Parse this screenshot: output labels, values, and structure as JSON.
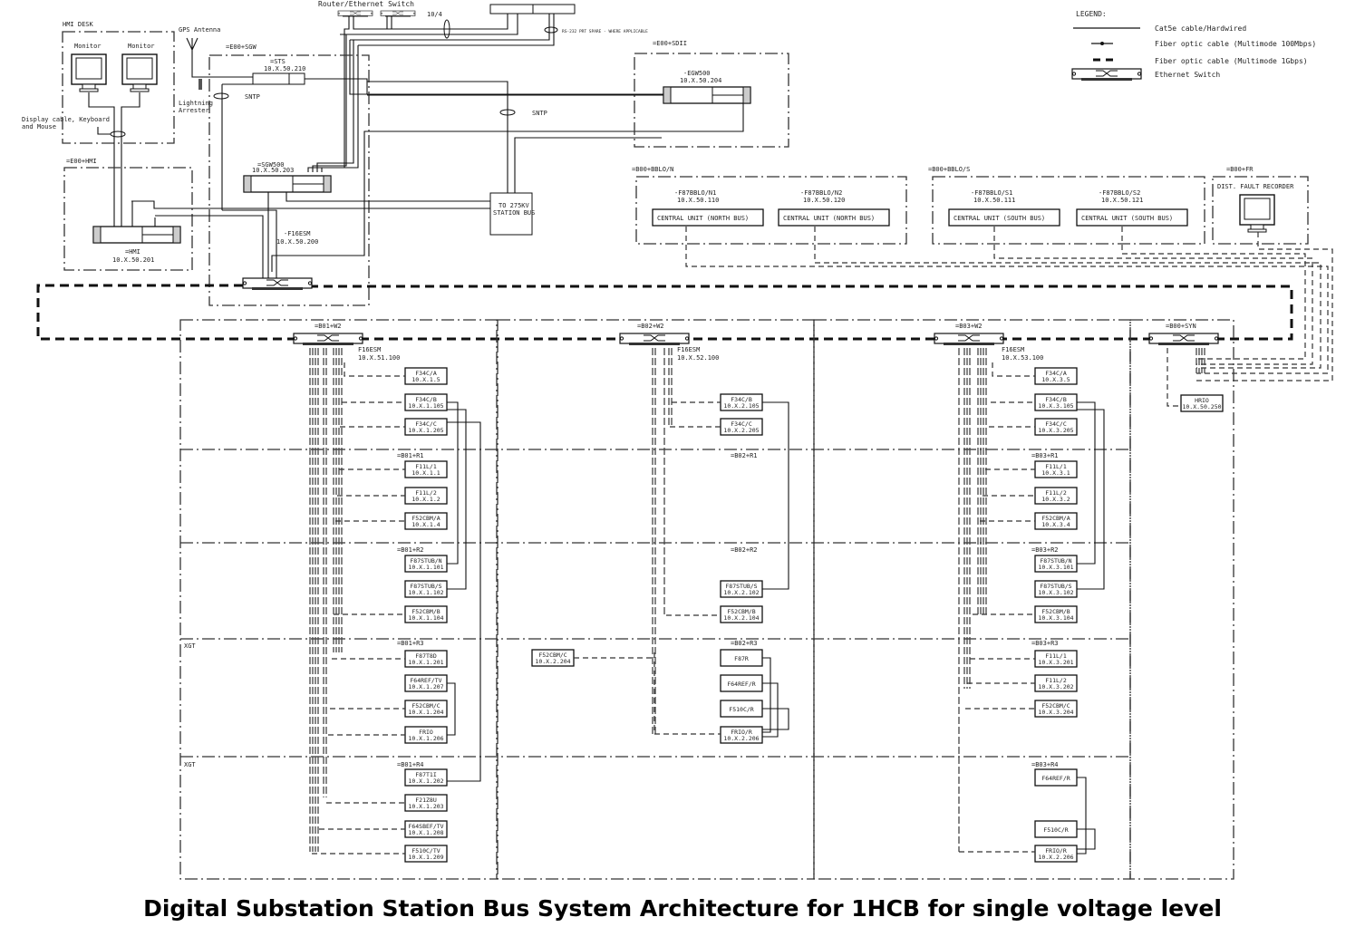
{
  "title": "Digital Substation Station Bus System Architecture for 1HCB for single voltage level",
  "legend": {
    "heading": "LEGEND:",
    "items": [
      {
        "symbol": "solid-line",
        "label": "Cat5e cable/Hardwired"
      },
      {
        "symbol": "dot-line",
        "label": "Fiber optic cable (Multimode 100Mbps)"
      },
      {
        "symbol": "thick-dash",
        "label": "Fiber optic cable (Multimode 1Gbps)"
      },
      {
        "symbol": "ethernet-switch",
        "label": "Ethernet Switch"
      }
    ]
  },
  "top": {
    "router_label": "Router/Ethernet Switch",
    "cable_count": "10/4",
    "rs232_note": "RS-232 PRT SPARE - WHERE APPLICABLE",
    "hmi_desk": "HMI DESK",
    "monitor1": "Monitor",
    "monitor2": "Monitor",
    "display_cable": "Display cable, Keyboard",
    "display_cable2": "and Mouse",
    "gps": "GPS Antenna",
    "lightning1": "Lightning",
    "lightning2": "Arrester",
    "e00_sgw": "=E00+SGW",
    "sts_name": "=STS",
    "sts_ip": "10.X.50.210",
    "sntp1": "SNTP",
    "sntp2": "SNTP",
    "e00_hmi": "=E00+HMI",
    "hmi_name": "=HMI",
    "hmi_ip": "10.X.50.201",
    "sgw_name": "=SGW500",
    "sgw_ip": "10.X.50.203",
    "esm_name": "-F16ESM",
    "esm_ip": "10.X.50.200",
    "station_bus1": "TO 275KV",
    "station_bus2": "STATION BUS",
    "e00_sdii": "=E00+SDII",
    "egw_name": "-EGW500",
    "egw_ip": "10.X.50.204"
  },
  "bblo": {
    "north_group": "=B00+BBLO/N",
    "south_group": "=B00+BBLO/S",
    "fr_group": "=B00+FR",
    "fr_label": "DIST. FAULT RECORDER",
    "units": [
      {
        "name": "-F87BBLO/N1",
        "ip": "10.X.50.110",
        "label": "CENTRAL UNIT (NORTH BUS)"
      },
      {
        "name": "-F87BBLO/N2",
        "ip": "10.X.50.120",
        "label": "CENTRAL UNIT (NORTH BUS)"
      },
      {
        "name": "-F87BBLO/S1",
        "ip": "10.X.50.111",
        "label": "CENTRAL UNIT (SOUTH BUS)"
      },
      {
        "name": "-F87BBLO/S2",
        "ip": "10.X.50.121",
        "label": "CENTRAL UNIT (SOUTH BUS)"
      }
    ]
  },
  "bays": [
    {
      "switch": "=B01+W2",
      "esm": "F16ESM",
      "esm_ip": "10.X.51.100",
      "sections": [
        "=B01+R1",
        "=B01+R2",
        "=B01+R3",
        "=B01+R4"
      ],
      "xgt": [
        "XGT",
        "XGT"
      ],
      "ieds": [
        [
          "F34C/A",
          "10.X.1.5"
        ],
        [
          "F34C/B",
          "10.X.1.105"
        ],
        [
          "F34C/C",
          "10.X.1.205"
        ],
        [
          "F11L/1",
          "10.X.1.1"
        ],
        [
          "F11L/2",
          "10.X.1.2"
        ],
        [
          "F52CBM/A",
          "10.X.1.4"
        ],
        [
          "F87STUB/N",
          "10.X.1.101"
        ],
        [
          "F87STUB/S",
          "10.X.1.102"
        ],
        [
          "F52CBM/B",
          "10.X.1.104"
        ],
        [
          "F87T8D",
          "10.X.1.201"
        ],
        [
          "F64REF/TV",
          "10.X.1.207"
        ],
        [
          "F52CBM/C",
          "10.X.1.204"
        ],
        [
          "FRIO",
          "10.X.1.206"
        ],
        [
          "F87T1I",
          "10.X.1.202"
        ],
        [
          "F21Z8U",
          "10.X.1.203"
        ],
        [
          "F64SBEF/TV",
          "10.X.1.208"
        ],
        [
          "F510C/TV",
          "10.X.1.209"
        ]
      ]
    },
    {
      "switch": "=B02+W2",
      "esm": "F16ESM",
      "esm_ip": "10.X.52.100",
      "sections": [
        "=B02+R1",
        "=B02+R2",
        "=B02+R3"
      ],
      "ieds": [
        [
          "F34C/B",
          "10.X.2.105"
        ],
        [
          "F34C/C",
          "10.X.2.205"
        ],
        [
          "F87STUB/S",
          "10.X.2.102"
        ],
        [
          "F52CBM/B",
          "10.X.2.104"
        ],
        [
          "F52CBM/C",
          "10.X.2.204"
        ],
        [
          "F87R",
          ""
        ],
        [
          "F64REF/R",
          ""
        ],
        [
          "F510C/R",
          ""
        ],
        [
          "FRIO/R",
          "10.X.2.206"
        ]
      ]
    },
    {
      "switch": "=B03+W2",
      "esm": "F16ESM",
      "esm_ip": "10.X.53.100",
      "sections": [
        "=B03+R1",
        "=B03+R2",
        "=B03+R3",
        "=B03+R4"
      ],
      "ieds": [
        [
          "F34C/A",
          "10.X.3.5"
        ],
        [
          "F34C/B",
          "10.X.3.105"
        ],
        [
          "F34C/C",
          "10.X.3.205"
        ],
        [
          "F11L/1",
          "10.X.3.1"
        ],
        [
          "F11L/2",
          "10.X.3.2"
        ],
        [
          "F52CBM/A",
          "10.X.3.4"
        ],
        [
          "F87STUB/N",
          "10.X.3.101"
        ],
        [
          "F87STUB/S",
          "10.X.3.102"
        ],
        [
          "F52CBM/B",
          "10.X.3.104"
        ],
        [
          "F11L/1",
          "10.X.3.201"
        ],
        [
          "F11L/2",
          "10.X.3.202"
        ],
        [
          "F52CBM/C",
          "10.X.3.204"
        ],
        [
          "F64REF/R",
          ""
        ],
        [
          "F510C/R",
          ""
        ],
        [
          "FRIO/R",
          "10.X.2.206"
        ]
      ]
    },
    {
      "switch": "=B00+SYN",
      "ieds": [
        [
          "HRIO",
          "10.X.50.250"
        ]
      ]
    }
  ]
}
